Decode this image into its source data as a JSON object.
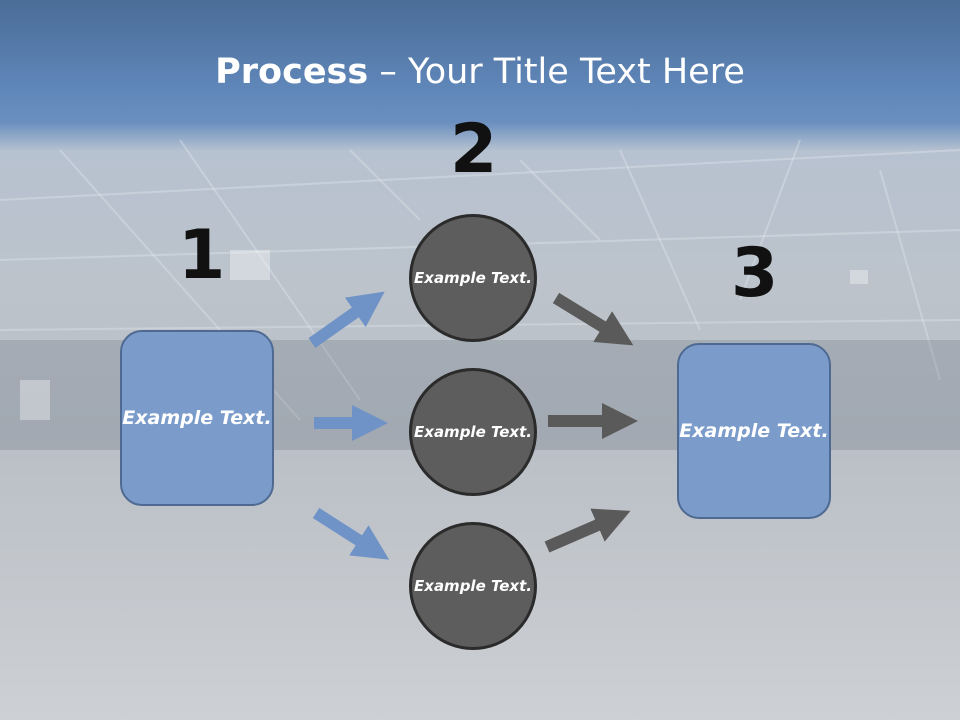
{
  "title": {
    "bold": "Process",
    "rest": " – Your Title Text Here"
  },
  "steps": {
    "step1_number": "1",
    "step2_number": "2",
    "step3_number": "3"
  },
  "nodes": {
    "left_box_text": "Example Text.",
    "circle_top_text": "Example Text.",
    "circle_middle_text": "Example Text.",
    "circle_bottom_text": "Example Text.",
    "right_box_text": "Example Text."
  },
  "colors": {
    "box_fill": "#7b9ccb",
    "circle_fill": "#5d5d5d",
    "blue_arrow": "#6f93c7",
    "gray_arrow": "#5a5a5a"
  }
}
